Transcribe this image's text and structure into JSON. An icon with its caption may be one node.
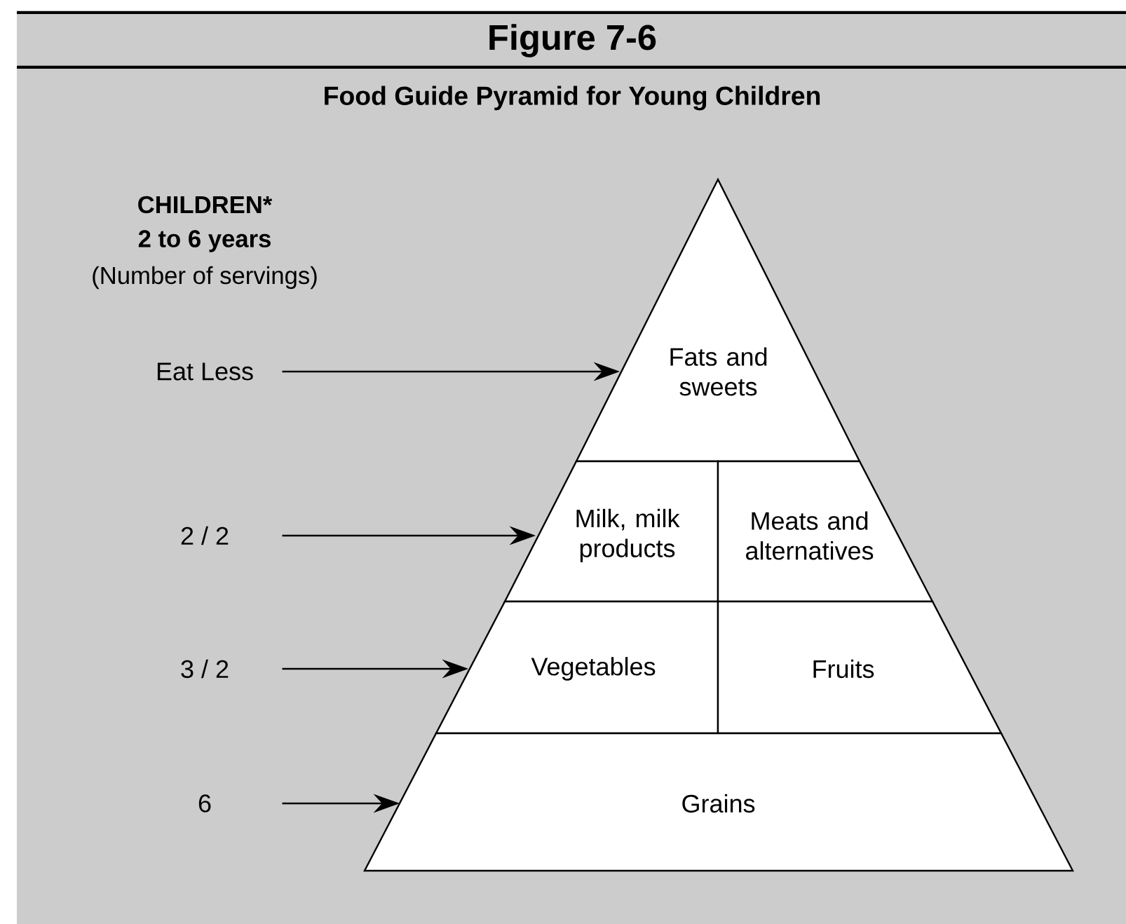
{
  "diagram": {
    "title": "Figure 7-6",
    "nodes": [
      {
        "text": [
          "Eat Less"
        ]
      },
      {
        "text": [
          "2 / 2"
        ]
      },
      {
        "text": [
          "3 / 2"
        ]
      },
      {
        "text": [
          "6"
        ]
      },
      {
        "text": [
          "Fats and sweets"
        ]
      },
      {
        "text": [
          "Milk, milk products"
        ]
      },
      {
        "text": [
          "Meats and alternatives"
        ]
      },
      {
        "text": [
          "Vegetables"
        ]
      },
      {
        "text": [
          "Fruits"
        ]
      },
      {
        "text": [
          "Grains"
        ]
      }
    ],
    "edges": [
      {
        "from": 0,
        "to": 4,
        "arrow": "to"
      },
      {
        "from": 1,
        "to": 5,
        "arrow": "to"
      },
      {
        "from": 2,
        "to": 7,
        "arrow": "to"
      },
      {
        "from": 3,
        "to": 9,
        "arrow": "to"
      }
    ],
    "labels": [
      "Food Guide Pyramid for Young Children",
      "CHILDREN*",
      "2 to 6 years",
      "(Number of servings)"
    ]
  }
}
